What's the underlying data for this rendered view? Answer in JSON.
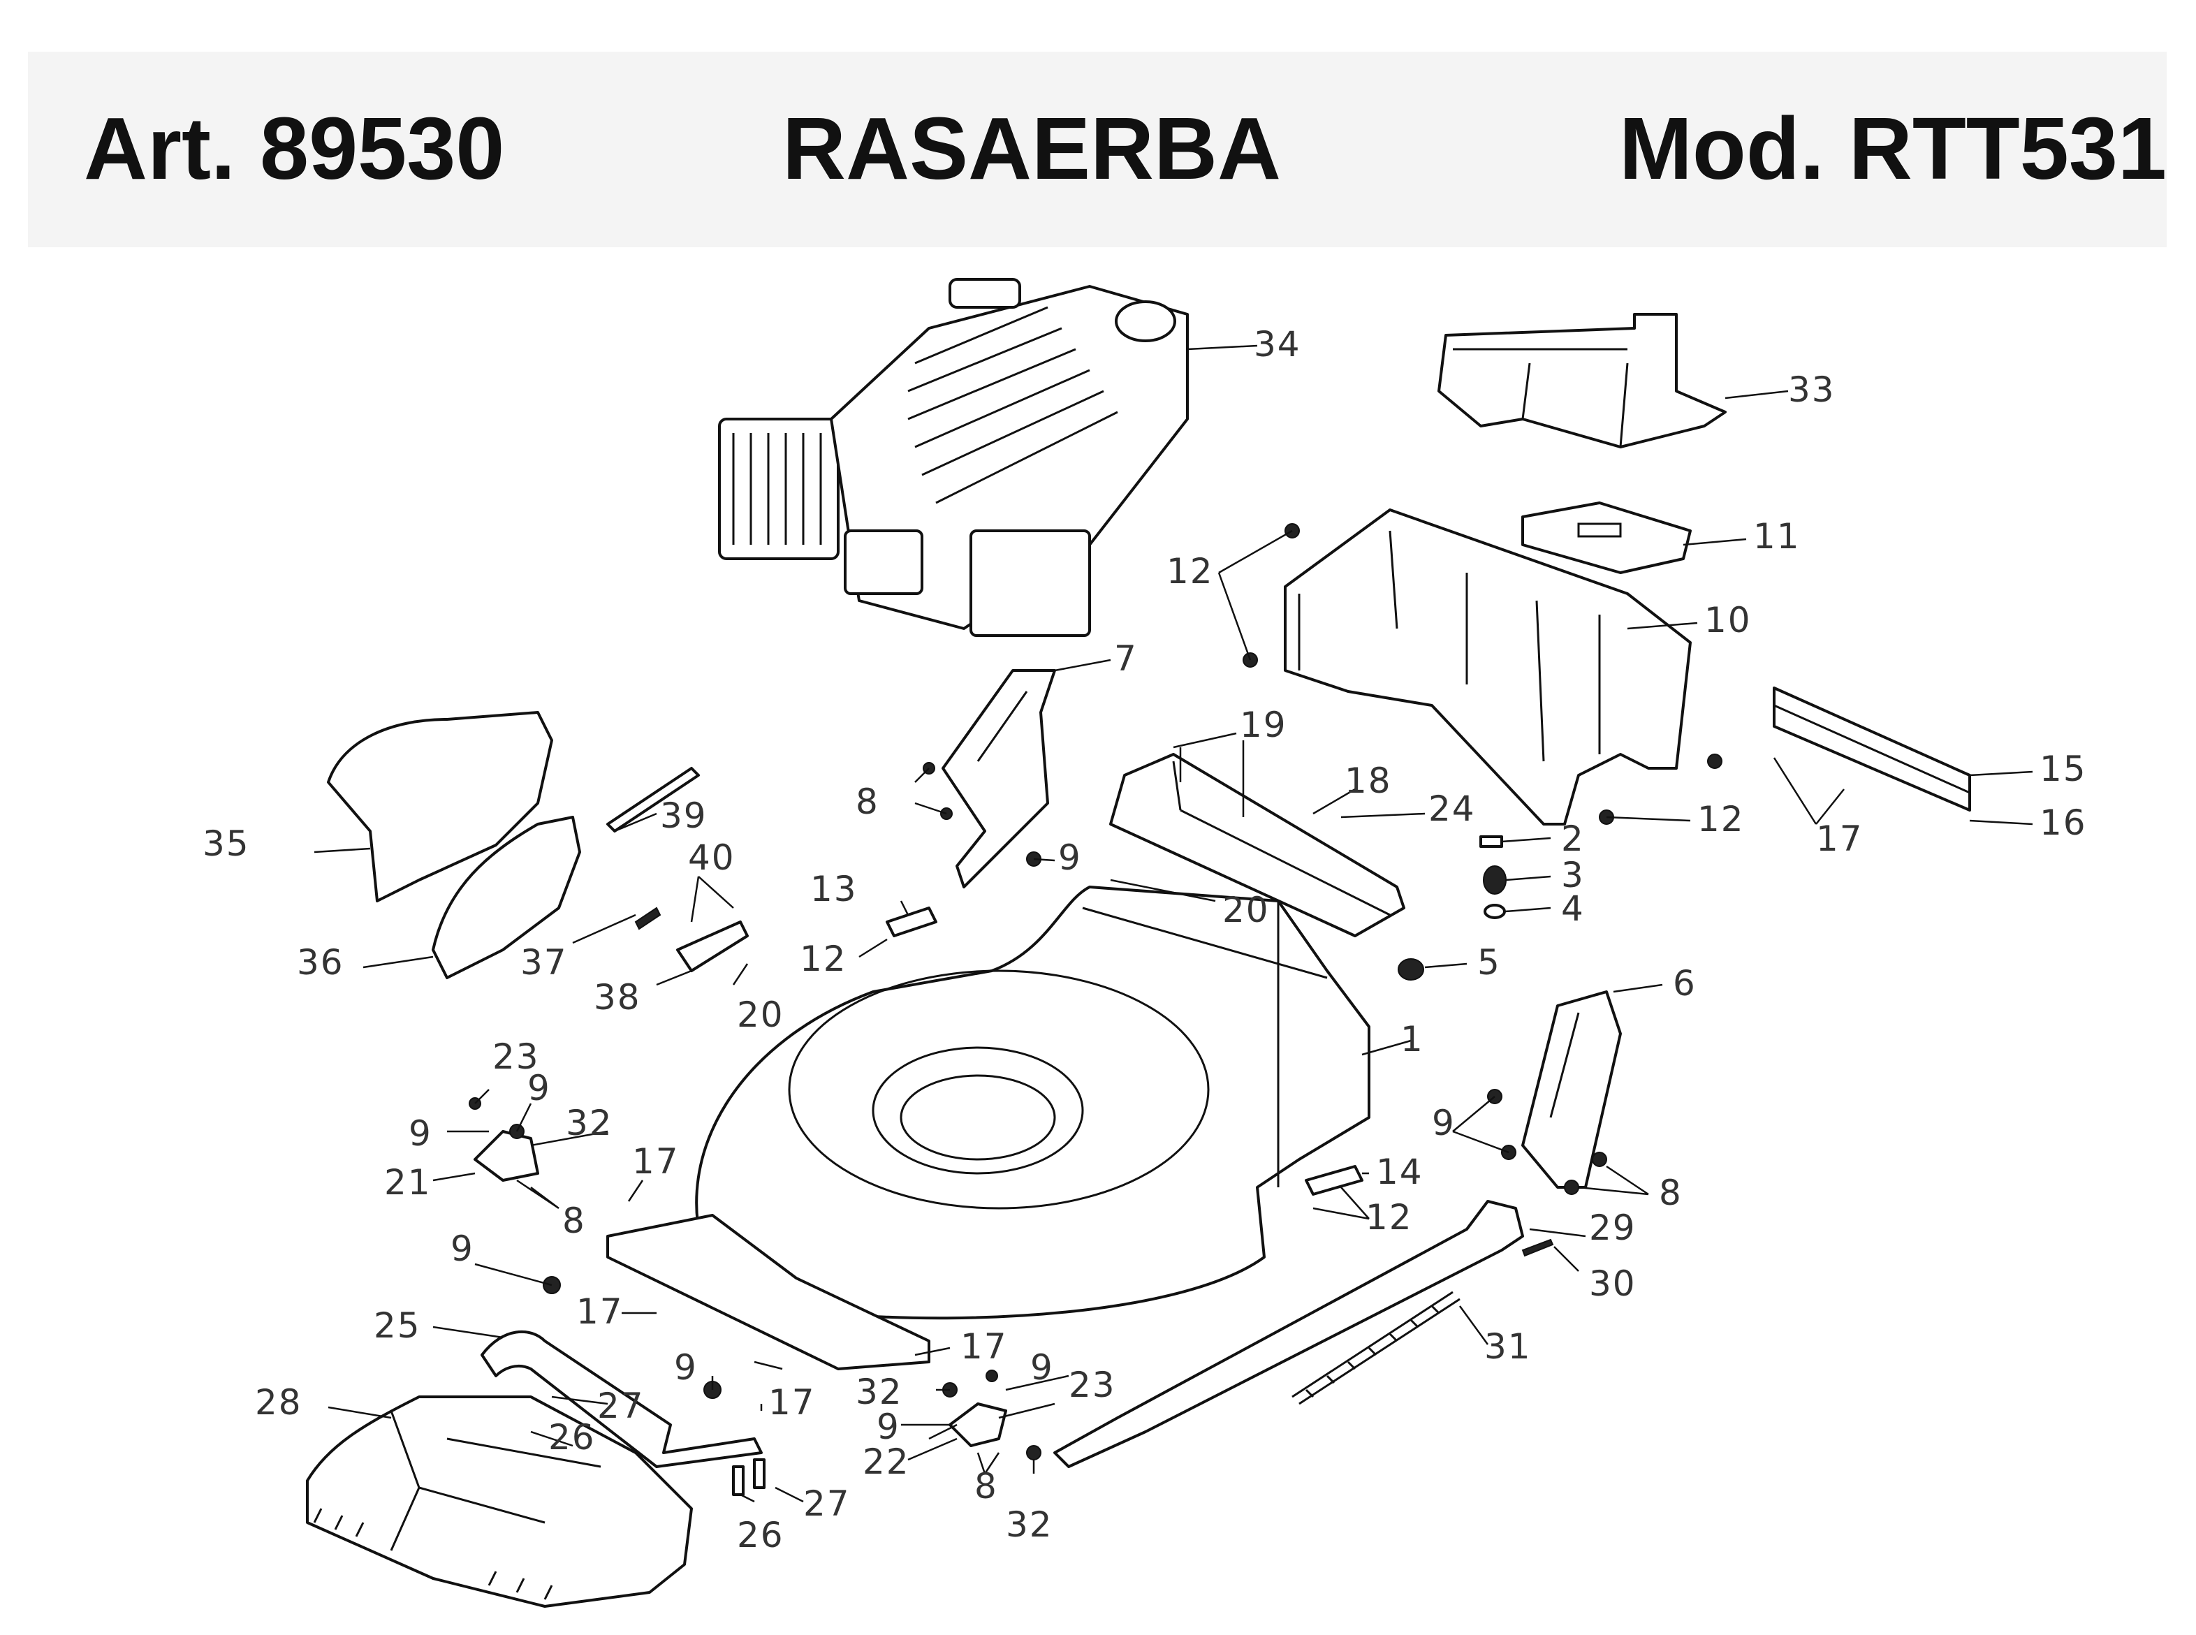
{
  "header": {
    "article": "Art. 89530",
    "title": "RASAERBA",
    "model": "Mod. RTT531"
  },
  "callouts": {
    "p1": "1",
    "p2": "2",
    "p3": "3",
    "p4": "4",
    "p5": "5",
    "p6": "6",
    "p7": "7",
    "p8a": "8",
    "p8b": "8",
    "p8c": "8",
    "p8d": "8",
    "p9a": "9",
    "p9b": "9",
    "p9c": "9",
    "p9d": "9",
    "p9e": "9",
    "p9f": "9",
    "p9g": "9",
    "p9h": "9",
    "p10": "10",
    "p11": "11",
    "p12a": "12",
    "p12b": "12",
    "p12c": "12",
    "p12d": "12",
    "p13": "13",
    "p14": "14",
    "p15": "15",
    "p16": "16",
    "p17a": "17",
    "p17b": "17",
    "p17c": "17",
    "p17d": "17",
    "p17e": "17",
    "p18": "18",
    "p19": "19",
    "p20a": "20",
    "p20b": "20",
    "p21": "21",
    "p22": "22",
    "p23a": "23",
    "p23b": "23",
    "p24": "24",
    "p25": "25",
    "p26a": "26",
    "p26b": "26",
    "p27a": "27",
    "p27b": "27",
    "p28": "28",
    "p29": "29",
    "p30": "30",
    "p31": "31",
    "p32a": "32",
    "p32b": "32",
    "p32c": "32",
    "p33": "33",
    "p34": "34",
    "p35": "35",
    "p36": "36",
    "p37": "37",
    "p38": "38",
    "p39": "39",
    "p40": "40"
  }
}
